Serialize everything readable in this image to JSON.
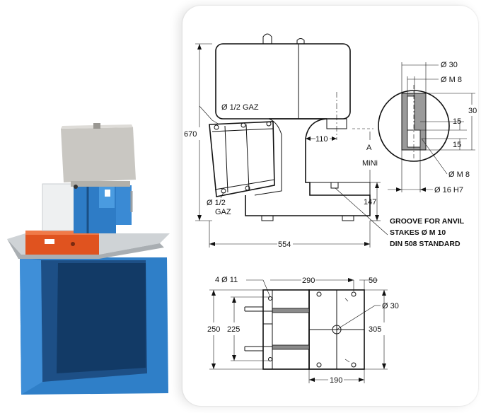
{
  "side_view": {
    "gas_top": "Ø 1/2 GAZ",
    "height": "670",
    "throat": "110",
    "stroke_a": "A",
    "stroke_min": "MiNi",
    "bed_height": "147",
    "gas_bottom_1": "Ø 1/2",
    "gas_bottom_2": "GAZ",
    "length": "554"
  },
  "ram_detail": {
    "d30": "Ø 30",
    "dm8_top": "Ø M 8",
    "dim30": "30",
    "dim15a": "15",
    "dim15b": "15",
    "dm8_bottom": "Ø M 8",
    "d16": "Ø 16  H7"
  },
  "groove_note": {
    "line1": "GROOVE FOR ANVIL",
    "line2": "STAKES Ø M 10",
    "line3": "DIN 508 STANDARD"
  },
  "plan_view": {
    "holes": "4 Ø 11",
    "w290": "290",
    "w50": "50",
    "d30": "Ø 30",
    "h250": "250",
    "h225": "225",
    "h305": "305",
    "w190": "190"
  }
}
